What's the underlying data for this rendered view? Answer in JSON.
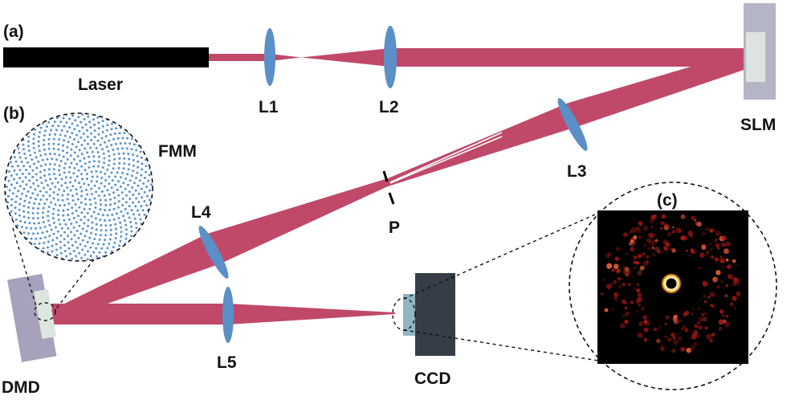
{
  "panels": {
    "a": "(a)",
    "b": "(b)",
    "c": "(c)"
  },
  "labels": {
    "laser": "Laser",
    "l1": "L1",
    "l2": "L2",
    "l3": "L3",
    "l4": "L4",
    "l5": "L5",
    "slm": "SLM",
    "fmm": "FMM",
    "p": "P",
    "dmd": "DMD",
    "ccd": "CCD"
  },
  "colors": {
    "beam": "#c0496a",
    "lens": "#5b8fc7",
    "laser_body": "#000000",
    "slm_body": "#b4b6c6",
    "slm_face": "#dde3e0",
    "dmd_body": "#a8a1bb",
    "dmd_face": "#dde6dd",
    "ccd_body": "#363d47",
    "ccd_sensor": "#8fb6c2",
    "fmm_core": "#5b94cf",
    "inset_bg": "#000000"
  }
}
